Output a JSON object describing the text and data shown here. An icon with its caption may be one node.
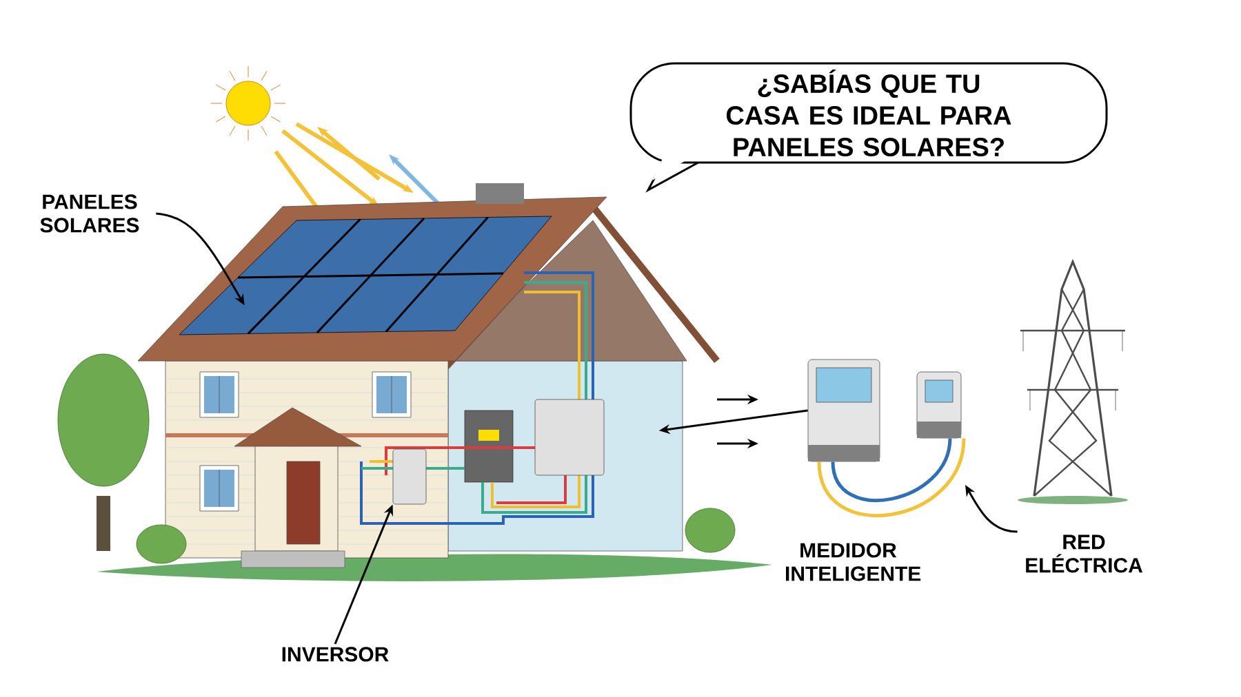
{
  "diagram": {
    "nodes": [
      {
        "text": [
          "¿SABÍAS QUE TU CASA ES IDEAL PARA PANELES SOLARES?"
        ]
      },
      {
        "text": [
          "PANELES SOLARES"
        ]
      },
      {
        "text": [],
        "shape": "picture"
      },
      {
        "text": [
          "INVERSOR"
        ]
      },
      {
        "text": [],
        "shape": "box"
      },
      {
        "text": [],
        "shape": "box"
      },
      {
        "text": [],
        "shape": "picture"
      },
      {
        "text": [],
        "shape": "picture"
      },
      {
        "text": [
          "MEDIDOR INTELIGENTE"
        ]
      },
      {
        "text": [],
        "shape": "picture"
      },
      {
        "text": [
          "RED ELÉCTRICA"
        ]
      }
    ],
    "edges": [
      {
        "from": 1,
        "to": 2,
        "arrow": "to"
      },
      {
        "from": 3,
        "to": 4,
        "arrow": "to"
      },
      {
        "from": 6,
        "to": 5,
        "arrow": "to"
      },
      {
        "from": 6,
        "to": 7,
        "arrow": "none",
        "color": "#2f6fb5"
      },
      {
        "from": 6,
        "to": 7,
        "arrow": "none",
        "color": "#f2c23a"
      },
      {
        "from": 10,
        "to": null,
        "arrow": "to"
      }
    ]
  }
}
